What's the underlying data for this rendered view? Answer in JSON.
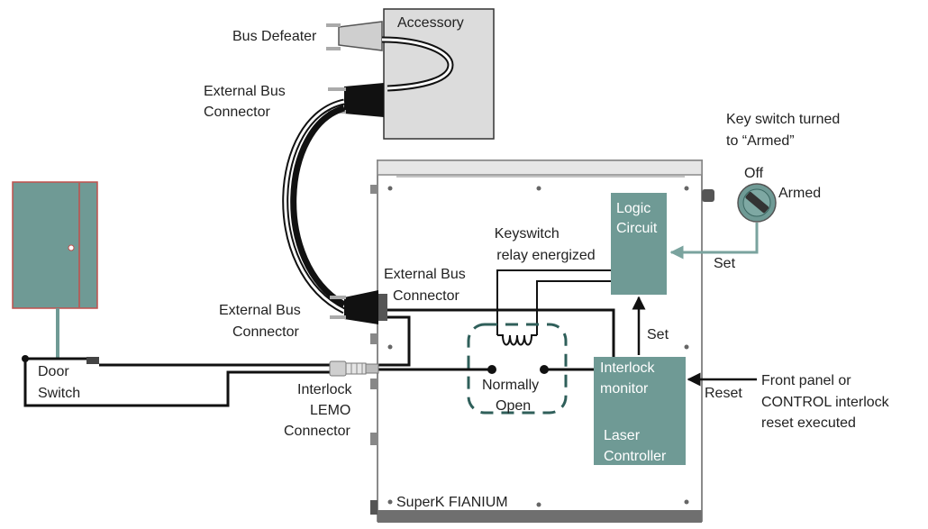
{
  "colors": {
    "teal": "#6f9a95",
    "teal_dark": "#2f5f5a",
    "housing": "#ffffff",
    "housing_edge": "#8a8a8a",
    "accessory_fill": "#dcdcdc",
    "door_fill": "#6f9a95",
    "door_edge": "#c0504d",
    "arrow": "#7aa39e"
  },
  "labels": {
    "bus_defeater": "Bus Defeater",
    "accessory": "Accessory",
    "external_bus_top": [
      "External Bus",
      "Connector"
    ],
    "key_switch_note": [
      "Key switch turned",
      "to “Armed”"
    ],
    "key_off": "Off",
    "key_armed": "Armed",
    "logic_circuit": [
      "Logic",
      "Circuit"
    ],
    "keyswitch_relay": [
      "Keyswitch",
      "relay energized"
    ],
    "set_key": "Set",
    "external_bus_inner": [
      "External Bus",
      "Connector"
    ],
    "external_bus_left": [
      "External Bus",
      "Connector"
    ],
    "set_monitor": "Set",
    "door_switch": [
      "Door",
      "Switch"
    ],
    "interlock_lemo": [
      "Interlock",
      "LEMO",
      "Connector"
    ],
    "normally_open": [
      "Normally",
      "Open"
    ],
    "interlock_monitor": [
      "Interlock",
      "monitor"
    ],
    "reset": "Reset",
    "front_panel_note": [
      "Front panel or",
      "CONTROL interlock",
      "reset executed"
    ],
    "laser_controller": [
      "Laser",
      "Controller"
    ],
    "product_name": "SuperK FIANIUM"
  }
}
